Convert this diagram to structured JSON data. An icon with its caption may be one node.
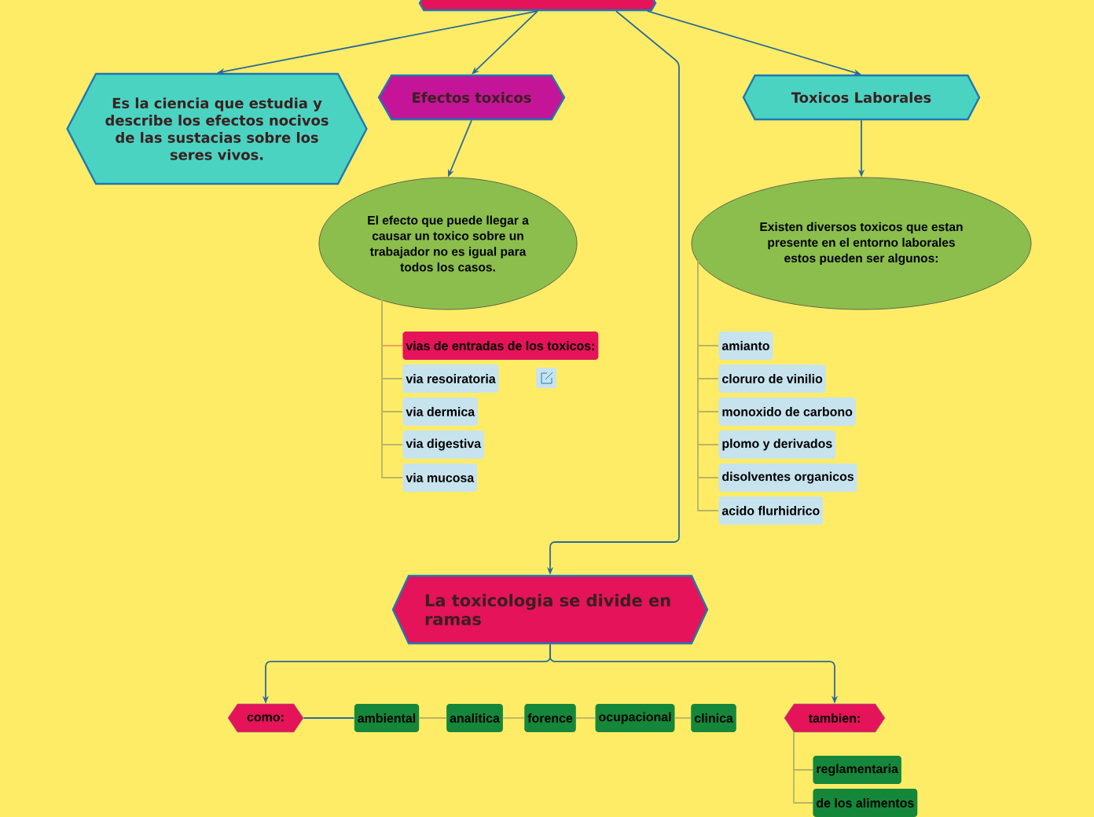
{
  "diagram": {
    "nodes": [
      {
        "text": [],
        "shape": "box"
      },
      {
        "text": [
          "Es la ciencia que estudia y describe los efectos nocivos de las sustacias sobre los seres vivos."
        ]
      },
      {
        "text": [
          "Efectos toxicos"
        ]
      },
      {
        "text": [
          "Toxicos Laborales"
        ]
      },
      {
        "text": [
          "El efecto que puede llegar a causar un toxico sobre un trabajador no es igual para todos los casos."
        ]
      },
      {
        "text": [
          "Existen diversos toxicos que estan presente en el entorno laborales estos pueden ser algunos:"
        ]
      },
      {
        "text": [
          "vias de entradas  de los toxicos:"
        ]
      },
      {
        "text": [
          "via resoiratoria"
        ]
      },
      {
        "text": [
          "via dermica"
        ]
      },
      {
        "text": [
          "via digestiva"
        ]
      },
      {
        "text": [
          "via mucosa"
        ]
      },
      {
        "text": [
          "amianto"
        ]
      },
      {
        "text": [
          "cloruro de vinilio"
        ]
      },
      {
        "text": [
          "monoxido de carbono"
        ]
      },
      {
        "text": [
          "plomo y derivados"
        ]
      },
      {
        "text": [
          "disolventes organicos"
        ]
      },
      {
        "text": [
          "acido flurhidrico"
        ]
      },
      {
        "text": [
          "La toxicologia se divide en ramas"
        ]
      },
      {
        "text": [
          "como:"
        ]
      },
      {
        "text": [
          "ambiental"
        ]
      },
      {
        "text": [
          "analitica"
        ]
      },
      {
        "text": [
          "forence"
        ]
      },
      {
        "text": [
          "ocupacional"
        ]
      },
      {
        "text": [
          "clinica"
        ]
      },
      {
        "text": [
          "tambien:"
        ]
      },
      {
        "text": [
          "reglamentaria"
        ]
      },
      {
        "text": [
          "de los alimentos"
        ]
      }
    ],
    "edges": [
      {
        "from": 0,
        "to": 1,
        "arrow": "to",
        "color": "#2b6a9a"
      },
      {
        "from": 0,
        "to": 2,
        "arrow": "to",
        "color": "#2b6a9a"
      },
      {
        "from": 0,
        "to": 17,
        "arrow": "to",
        "color": "#2b6a9a"
      },
      {
        "from": 0,
        "to": 3,
        "arrow": "to",
        "color": "#2b6a9a"
      },
      {
        "from": 2,
        "to": 4,
        "arrow": "to",
        "color": "#2b6a9a"
      },
      {
        "from": 3,
        "to": 5,
        "arrow": "to",
        "color": "#2b6a9a"
      },
      {
        "from": 4,
        "to": 6,
        "arrow": "none",
        "color": "#f0a060"
      },
      {
        "from": 4,
        "to": 7,
        "arrow": "none"
      },
      {
        "from": 4,
        "to": 8,
        "arrow": "none"
      },
      {
        "from": 4,
        "to": 9,
        "arrow": "none"
      },
      {
        "from": 4,
        "to": 10,
        "arrow": "none"
      },
      {
        "from": 5,
        "to": 11,
        "arrow": "none"
      },
      {
        "from": 5,
        "to": 12,
        "arrow": "none"
      },
      {
        "from": 5,
        "to": 13,
        "arrow": "none"
      },
      {
        "from": 5,
        "to": 14,
        "arrow": "none"
      },
      {
        "from": 5,
        "to": 15,
        "arrow": "none"
      },
      {
        "from": 5,
        "to": 16,
        "arrow": "none"
      },
      {
        "from": 17,
        "to": 18,
        "arrow": "to",
        "color": "#2b6a9a"
      },
      {
        "from": 17,
        "to": 24,
        "arrow": "to",
        "color": "#2b6a9a"
      },
      {
        "from": 18,
        "to": 19,
        "arrow": "none",
        "color": "#2b6a9a"
      },
      {
        "from": 19,
        "to": 20,
        "arrow": "none"
      },
      {
        "from": 20,
        "to": 21,
        "arrow": "none"
      },
      {
        "from": 21,
        "to": 22,
        "arrow": "none"
      },
      {
        "from": 22,
        "to": 23,
        "arrow": "none"
      },
      {
        "from": 24,
        "to": 25,
        "arrow": "none"
      },
      {
        "from": 24,
        "to": 26,
        "arrow": "none"
      }
    ]
  }
}
